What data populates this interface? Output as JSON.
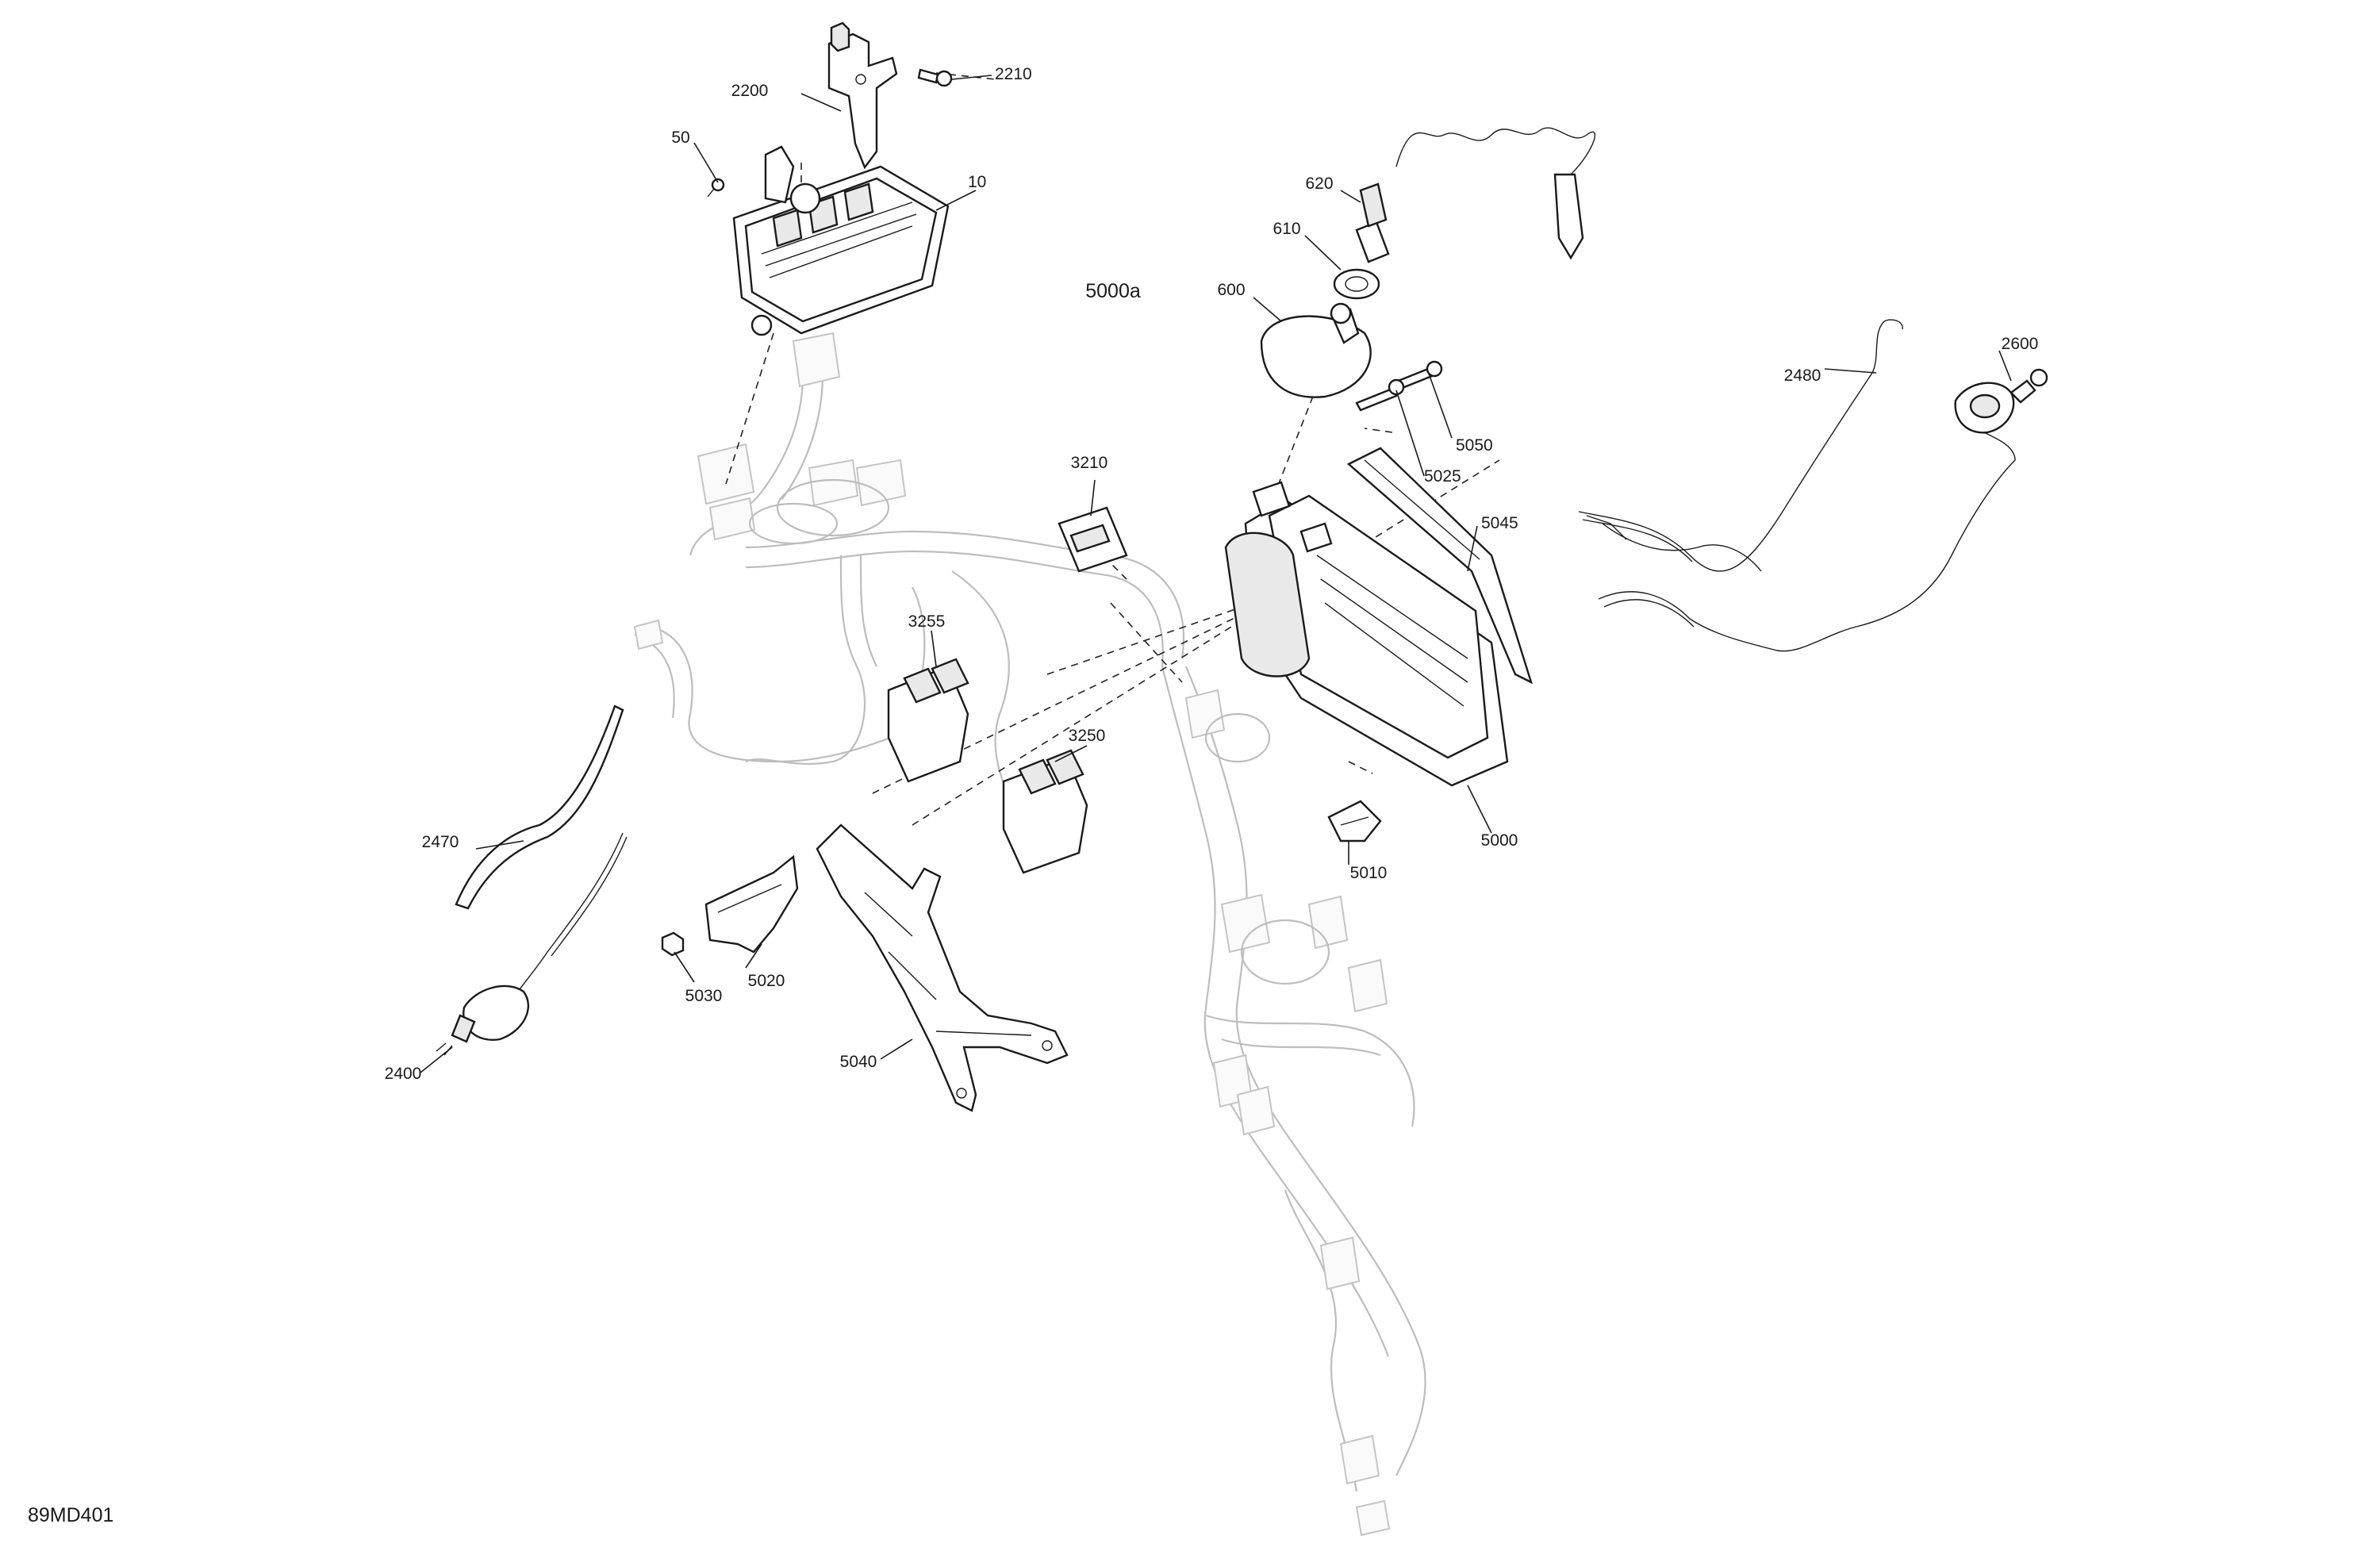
{
  "diagram": {
    "drawing_id": "89MD401",
    "reference_label": "5000a",
    "callouts": [
      {
        "key": "c2200",
        "label": "2200"
      },
      {
        "key": "c2210",
        "label": "2210"
      },
      {
        "key": "c50",
        "label": "50"
      },
      {
        "key": "c10",
        "label": "10"
      },
      {
        "key": "c620",
        "label": "620"
      },
      {
        "key": "c610",
        "label": "610"
      },
      {
        "key": "c600",
        "label": "600"
      },
      {
        "key": "c5050",
        "label": "5050"
      },
      {
        "key": "c5025",
        "label": "5025"
      },
      {
        "key": "c5045",
        "label": "5045"
      },
      {
        "key": "c2480",
        "label": "2480"
      },
      {
        "key": "c2600",
        "label": "2600"
      },
      {
        "key": "c3210",
        "label": "3210"
      },
      {
        "key": "c3255",
        "label": "3255"
      },
      {
        "key": "c3250",
        "label": "3250"
      },
      {
        "key": "c5000",
        "label": "5000"
      },
      {
        "key": "c5010",
        "label": "5010"
      },
      {
        "key": "c2470",
        "label": "2470"
      },
      {
        "key": "c5020",
        "label": "5020"
      },
      {
        "key": "c5030",
        "label": "5030"
      },
      {
        "key": "c5040",
        "label": "5040"
      },
      {
        "key": "c2400",
        "label": "2400"
      }
    ]
  }
}
